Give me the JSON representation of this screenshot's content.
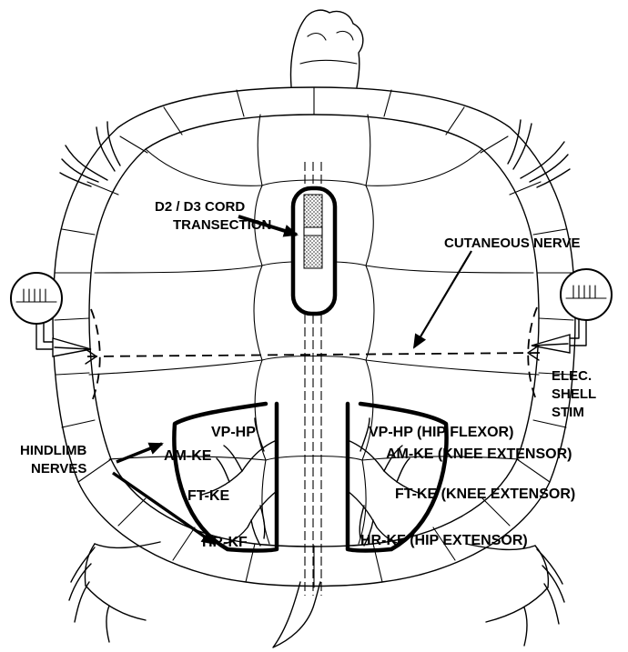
{
  "labels": {
    "transection": [
      "D2 / D3 CORD",
      "TRANSECTION"
    ],
    "cutaneous_nerve": "CUTANEOUS NERVE",
    "shell_stim": [
      "ELEC.",
      "SHELL",
      "STIM"
    ],
    "hindlimb_nerves": [
      "HINDLIMB",
      "NERVES"
    ],
    "left_nerves": [
      "VP-HP",
      "AM-KE",
      "FT-KE",
      "HR-KF"
    ],
    "right_nerves": [
      "VP-HP (HIP FLEXOR)",
      "AM-KE (KNEE EXTENSOR)",
      "FT-KE (KNEE EXTENSOR)",
      "HR-KF (HIP EXTENSOR)"
    ]
  },
  "colors": {
    "ink": "#000000",
    "stipple": "#9a9a9a",
    "paper": "#ffffff"
  }
}
